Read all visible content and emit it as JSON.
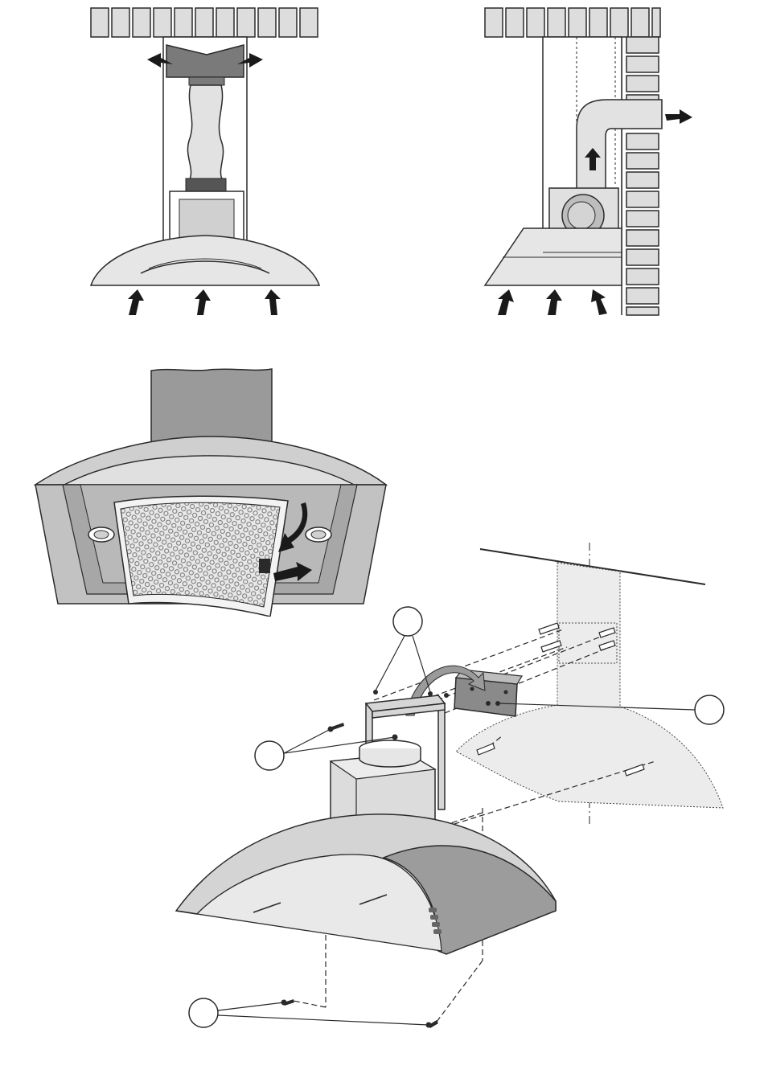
{
  "colors": {
    "line": "#2a2a2a",
    "fill_light": "#e2e2e2",
    "fill_mid": "#bdbdbd",
    "fill_dark": "#7a7a7a",
    "brick": "#dddddd",
    "arrow": "#1a1a1a",
    "wall_ghost": "#e9e9e9"
  },
  "figures": [
    {
      "id": "recirculation-mode",
      "description_visible": false
    },
    {
      "id": "ducted-exhaust-mode",
      "description_visible": false
    },
    {
      "id": "grease-filter-removal",
      "description_visible": false
    },
    {
      "id": "wall-bracket-installation",
      "callouts": 4
    }
  ]
}
